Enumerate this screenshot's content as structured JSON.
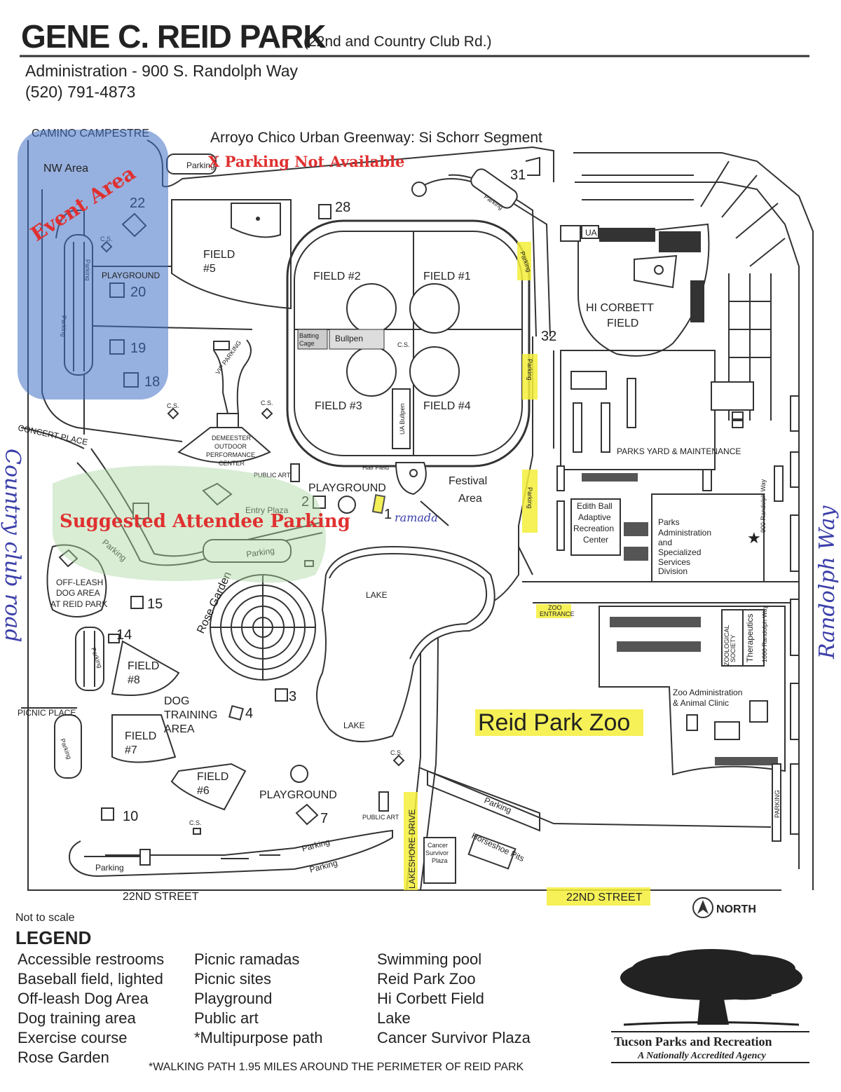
{
  "header": {
    "title": "GENE C. REID PARK",
    "subtitle": "(22nd and Country Club Rd.)",
    "admin_line": "Administration - 900 S. Randolph Way",
    "phone": "(520) 791-4873"
  },
  "streets": {
    "north": "CAMINO CAMPESTRE",
    "greenway": "Arroyo Chico Urban Greenway: Si Schorr Segment",
    "concert_place": "CONCERT PLACE",
    "picnic_place": "PICNIC PLACE",
    "south_left": "22ND STREET",
    "south_right": "22ND STREET",
    "lakeshore": "LAKESHORE DRIVE",
    "randolph_small": "900 Randolph Way",
    "randolph_small2": "1000 Randolph Way"
  },
  "annotations": {
    "event_area": "Event Area",
    "parking_not_available": "X Parking Not Available",
    "suggested_parking": "Suggested Attendee Parking",
    "country_club_road": "Country club road",
    "randolph_way": "Randolph Way",
    "ramada": "ramada"
  },
  "areas": {
    "nw_area": "NW Area",
    "playground_nw": "PLAYGROUND",
    "field5": "FIELD",
    "field5_num": "#5",
    "field2": "FIELD #2",
    "field1": "FIELD #1",
    "field3": "FIELD #3",
    "field4": "FIELD #4",
    "batting_cage_1": "Batting",
    "batting_cage_2": "Cage",
    "bullpen": "Bullpen",
    "ua_bullpen": "UA Bullpen",
    "hi_corbett_1": "HI CORBETT",
    "hi_corbett_2": "FIELD",
    "ua": "UA",
    "demeester_1": "DEMEESTER",
    "demeester_2": "OUTDOOR",
    "demeester_3": "PERFORMANCE",
    "demeester_4": "CENTER",
    "half_field": "Half Field",
    "playground_center": "PLAYGROUND",
    "festival_1": "Festival",
    "festival_2": "Area",
    "entry_plaza": "Entry Plaza",
    "public_art_1": "PUBLIC ART",
    "public_art_2": "PUBLIC ART",
    "rose_garden": "Rose Garden",
    "lake_1": "LAKE",
    "lake_2": "LAKE",
    "zoo_entrance_1": "ZOO",
    "zoo_entrance_2": "ENTRANCE",
    "off_leash_1": "OFF-LEASH",
    "off_leash_2": "DOG AREA",
    "off_leash_3": "AT REID PARK",
    "field8": "FIELD",
    "field8_num": "#8",
    "field7": "FIELD",
    "field7_num": "#7",
    "field6": "FIELD",
    "field6_num": "#6",
    "dog_training_1": "DOG",
    "dog_training_2": "TRAINING",
    "dog_training_3": "AREA",
    "playground_south": "PLAYGROUND",
    "parks_yard": "PARKS YARD & MAINTENANCE",
    "edith_1": "Edith Ball",
    "edith_2": "Adaptive",
    "edith_3": "Recreation",
    "edith_4": "Center",
    "parks_admin_1": "Parks",
    "parks_admin_2": "Administration",
    "parks_admin_3": "and",
    "parks_admin_4": "Specialized",
    "parks_admin_5": "Services",
    "parks_admin_6": "Division",
    "therapeutics": "Therapeutics",
    "zoological_1": "ZOOLOGICAL",
    "zoological_2": "SOCIETY",
    "zoo_admin_1": "Zoo Administration",
    "zoo_admin_2": "& Animal Clinic",
    "reid_park_zoo": "Reid Park Zoo",
    "cancer_1": "Cancer",
    "cancer_2": "Survivor",
    "cancer_3": "Plaza",
    "horseshoe": "Horseshoe Pits",
    "cs": "C.S.",
    "parking": "Parking",
    "parking_upper": "PARKING",
    "vip_parking": "VIP PARKING"
  },
  "numbers": {
    "n1": "1",
    "n2": "2",
    "n3": "3",
    "n4": "4",
    "n7": "7",
    "n10": "10",
    "n14": "14",
    "n15": "15",
    "n18": "18",
    "n19": "19",
    "n20": "20",
    "n22": "22",
    "n28": "28",
    "n31": "31",
    "n32": "32"
  },
  "footer": {
    "not_to_scale": "Not to scale",
    "north": "NORTH",
    "legend_title": "LEGEND",
    "legend_col1": [
      "Accessible restrooms",
      "Baseball field, lighted",
      "Off-leash Dog Area",
      "Dog training area",
      "Exercise course",
      "Rose Garden"
    ],
    "legend_col2": [
      "Picnic ramadas",
      "Picnic sites",
      "Playground",
      "Public art",
      "*Multipurpose path"
    ],
    "legend_col3": [
      "Swimming pool",
      "Reid Park Zoo",
      "Hi Corbett Field",
      "Lake",
      "Cancer Survivor Plaza"
    ],
    "walking_path": "*WALKING PATH 1.95 MILES AROUND THE PERIMETER OF REID PARK",
    "agency_name": "Tucson Parks and Recreation",
    "agency_tagline": "A Nationally Accredited Agency"
  },
  "colors": {
    "event_area": "#3f6fc4",
    "suggested_parking_area": "#a8d8a0",
    "annotation_red": "#e03030",
    "highlight": "#f3ee3a",
    "handwriting": "#3b3fa8"
  }
}
